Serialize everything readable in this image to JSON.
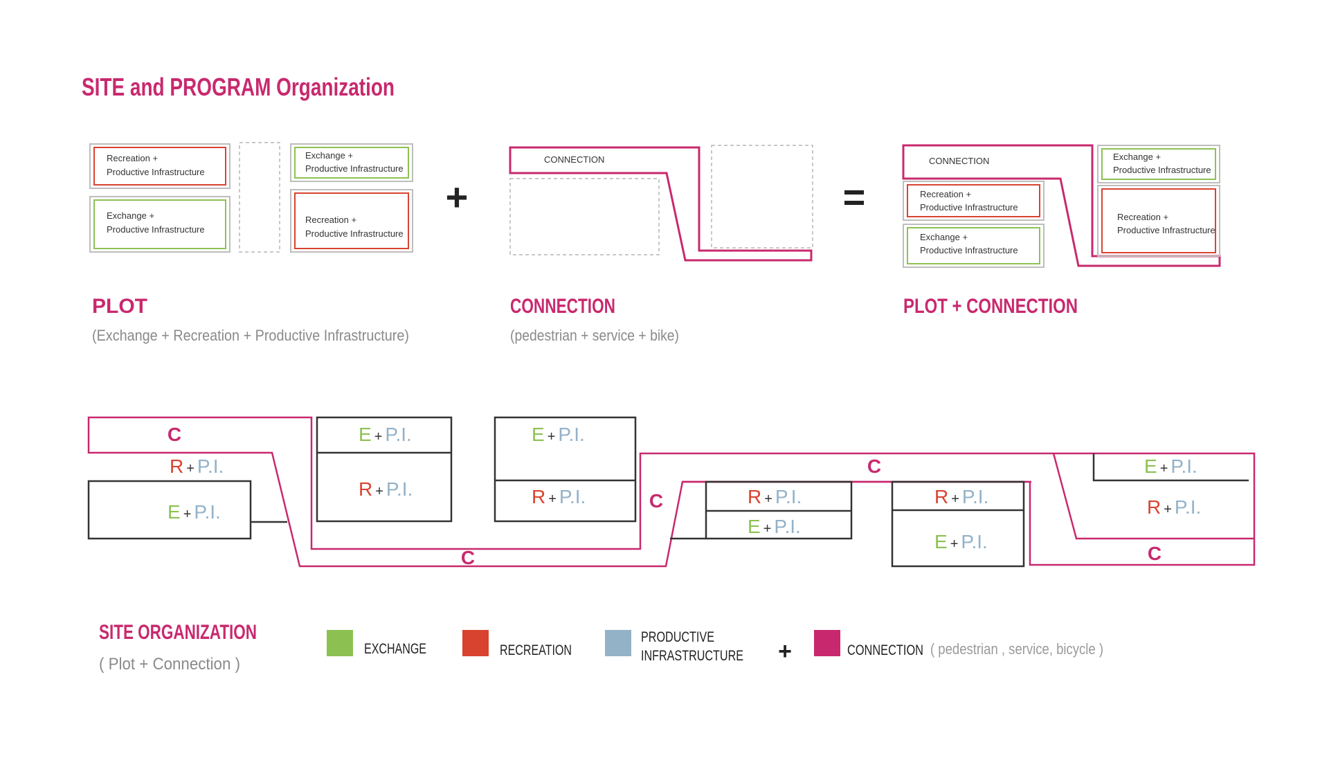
{
  "title": "SITE and PROGRAM Organization",
  "colors": {
    "magenta": "#c8296e",
    "red": "#d8432f",
    "green": "#8cc152",
    "blue": "#93b2c8",
    "gray": "#8a8a8a",
    "dark": "#333333",
    "dashed": "#b5b5b5"
  },
  "text": {
    "recreation": "Recreation",
    "exchange": "Exchange",
    "plus_small": "+",
    "pi_full": "Productive Infrastructure",
    "connection_box": "CONNECTION",
    "plus_op": "+",
    "equals_op": "="
  },
  "captions": {
    "plot": {
      "title": "PLOT",
      "sub": "(Exchange + Recreation + Productive Infrastructure)"
    },
    "connection": {
      "title": "CONNECTION",
      "sub": "(pedestrian + service + bike)"
    },
    "combined": {
      "title": "PLOT + CONNECTION"
    }
  },
  "site": {
    "c": "C",
    "e": "E",
    "r": "R",
    "plus": "+",
    "pi": "P.I."
  },
  "legend": {
    "title": "SITE ORGANIZATION",
    "sub": "( Plot + Connection )",
    "exchange": "EXCHANGE",
    "recreation": "RECREATION",
    "productive_1": "PRODUCTIVE",
    "productive_2": "INFRASTRUCTURE",
    "plus": "+",
    "connection": "CONNECTION",
    "connection_note": "( pedestrian , service, bicycle )"
  }
}
